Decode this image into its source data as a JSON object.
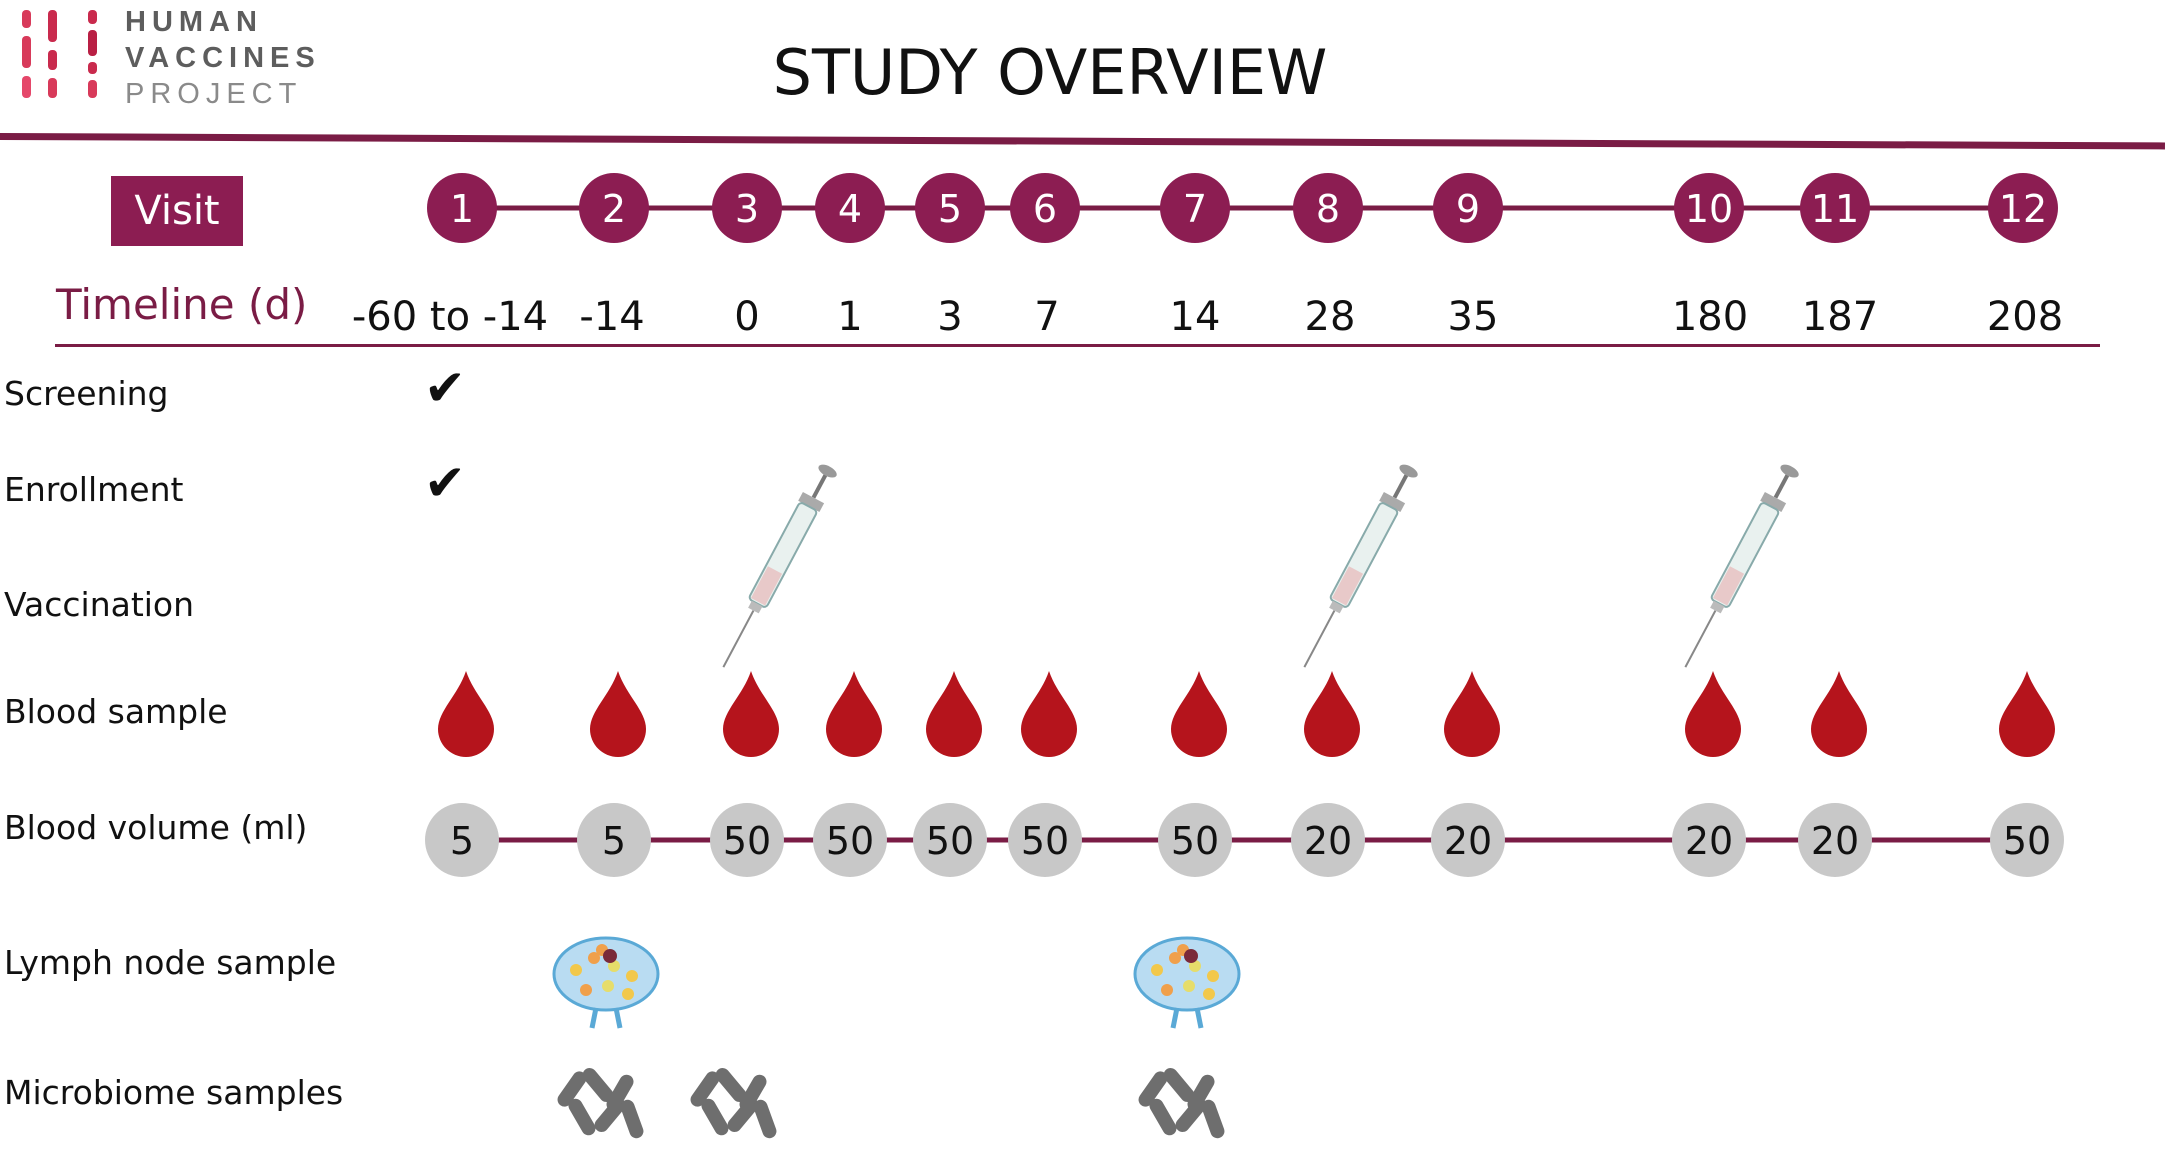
{
  "logo": {
    "line1": "HUMAN",
    "line2": "VACCINES",
    "line3": "PROJECT",
    "colors": [
      "#d83a5a",
      "#e5476a",
      "#c92a4d"
    ]
  },
  "title": "STUDY OVERVIEW",
  "colors": {
    "maroon": "#8c1d52",
    "blood": "#b5141c",
    "volume_fill": "#c8c8c8",
    "line": "#7a1c45"
  },
  "labels": {
    "visit": "Visit",
    "timeline": "Timeline (d)",
    "screening": "Screening",
    "enrollment": "Enrollment",
    "vaccination": "Vaccination",
    "blood_sample": "Blood sample",
    "blood_volume": "Blood volume (ml)",
    "lymph_node": "Lymph node sample",
    "microbiome": "Microbiome samples"
  },
  "visits": [
    {
      "num": "1",
      "day": "-60 to -14",
      "volume": "5",
      "screening": true,
      "enrollment": true,
      "vaccination": false,
      "blood": true,
      "lymph": false,
      "microbiome": false
    },
    {
      "num": "2",
      "day": "-14",
      "volume": "5",
      "screening": false,
      "enrollment": false,
      "vaccination": false,
      "blood": true,
      "lymph": true,
      "microbiome": true
    },
    {
      "num": "3",
      "day": "0",
      "volume": "50",
      "screening": false,
      "enrollment": false,
      "vaccination": true,
      "blood": true,
      "lymph": false,
      "microbiome": true
    },
    {
      "num": "4",
      "day": "1",
      "volume": "50",
      "screening": false,
      "enrollment": false,
      "vaccination": false,
      "blood": true,
      "lymph": false,
      "microbiome": false
    },
    {
      "num": "5",
      "day": "3",
      "volume": "50",
      "screening": false,
      "enrollment": false,
      "vaccination": false,
      "blood": true,
      "lymph": false,
      "microbiome": false
    },
    {
      "num": "6",
      "day": "7",
      "volume": "50",
      "screening": false,
      "enrollment": false,
      "vaccination": false,
      "blood": true,
      "lymph": false,
      "microbiome": false
    },
    {
      "num": "7",
      "day": "14",
      "volume": "50",
      "screening": false,
      "enrollment": false,
      "vaccination": false,
      "blood": true,
      "lymph": true,
      "microbiome": true
    },
    {
      "num": "8",
      "day": "28",
      "volume": "20",
      "screening": false,
      "enrollment": false,
      "vaccination": true,
      "blood": true,
      "lymph": false,
      "microbiome": false
    },
    {
      "num": "9",
      "day": "35",
      "volume": "20",
      "screening": false,
      "enrollment": false,
      "vaccination": false,
      "blood": true,
      "lymph": false,
      "microbiome": false
    },
    {
      "num": "10",
      "day": "180",
      "volume": "20",
      "screening": false,
      "enrollment": false,
      "vaccination": true,
      "blood": true,
      "lymph": false,
      "microbiome": false
    },
    {
      "num": "11",
      "day": "187",
      "volume": "20",
      "screening": false,
      "enrollment": false,
      "vaccination": false,
      "blood": true,
      "lymph": false,
      "microbiome": false
    },
    {
      "num": "12",
      "day": "208",
      "volume": "50",
      "screening": false,
      "enrollment": false,
      "vaccination": false,
      "blood": true,
      "lymph": false,
      "microbiome": false
    }
  ]
}
